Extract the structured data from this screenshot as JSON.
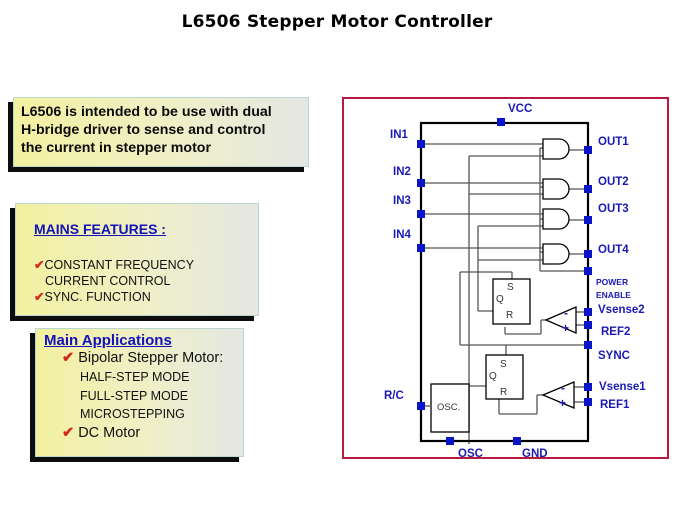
{
  "title": "L6506 Stepper Motor Controller",
  "intro": {
    "lines": [
      "L6506  is intended to be use with dual",
      "H-bridge driver to sense and control",
      "the current  in stepper motor"
    ]
  },
  "features": {
    "heading": "MAINS FEATURES :",
    "items": [
      {
        "check": "✔",
        "lines": [
          "CONSTANT  FREQUENCY",
          "CURRENT CONTROL"
        ]
      },
      {
        "check": "✔",
        "lines": [
          "SYNC. FUNCTION"
        ]
      }
    ]
  },
  "applications": {
    "heading": "Main Applications",
    "items": [
      {
        "check": "✔",
        "label": "Bipolar Stepper Motor:",
        "sub": [
          "HALF-STEP MODE",
          "FULL-STEP MODE",
          "MICROSTEPPING"
        ]
      },
      {
        "check": "✔",
        "label": "DC Motor"
      }
    ]
  },
  "diagram": {
    "colors": {
      "pin": "#0a14c8",
      "label": "#1a1ab4",
      "frame": "#b81a40",
      "wire": "#555555"
    },
    "pins": {
      "vcc": "VCC",
      "in1": "IN1",
      "in2": "IN2",
      "in3": "IN3",
      "in4": "IN4",
      "out1": "OUT1",
      "out2": "OUT2",
      "out3": "OUT3",
      "out4": "OUT4",
      "power": "POWER",
      "enable": "ENABLE",
      "vsense2": "Vsense2",
      "ref2": "REF2",
      "sync": "SYNC",
      "vsense1": "Vsense1",
      "ref1": "REF1",
      "rc": "R/C",
      "osc": "OSC",
      "gnd": "GND"
    },
    "blocks": {
      "ff_s": "S",
      "ff_q": "Q",
      "ff_r": "R",
      "minus": "-",
      "plus": "+",
      "osc_block": "OSC."
    }
  }
}
